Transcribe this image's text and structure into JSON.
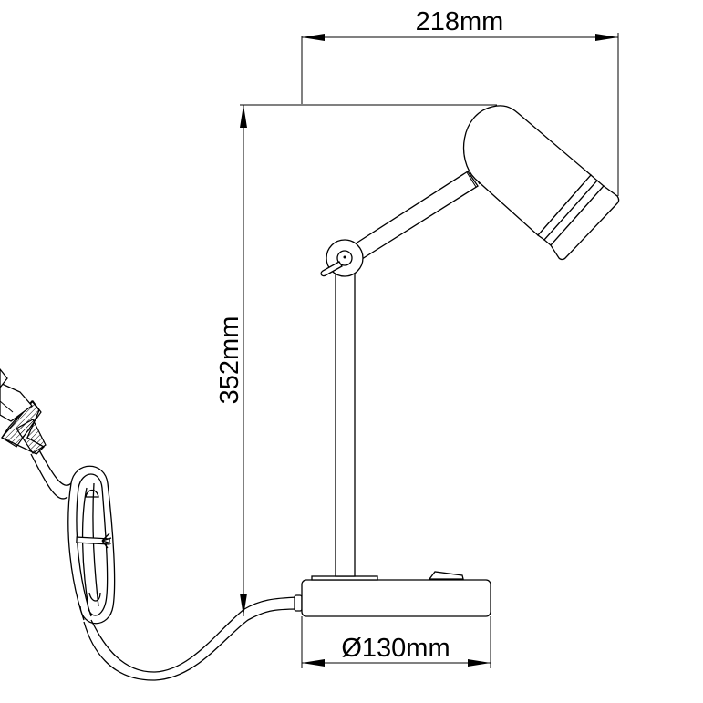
{
  "drawing": {
    "subject": "desk lamp technical drawing",
    "dimensions": {
      "width": {
        "label": "218mm"
      },
      "height": {
        "label": "352mm"
      },
      "base_diameter": {
        "label": "Ø130mm"
      }
    },
    "colors": {
      "line": "#000000",
      "background": "#ffffff"
    }
  }
}
